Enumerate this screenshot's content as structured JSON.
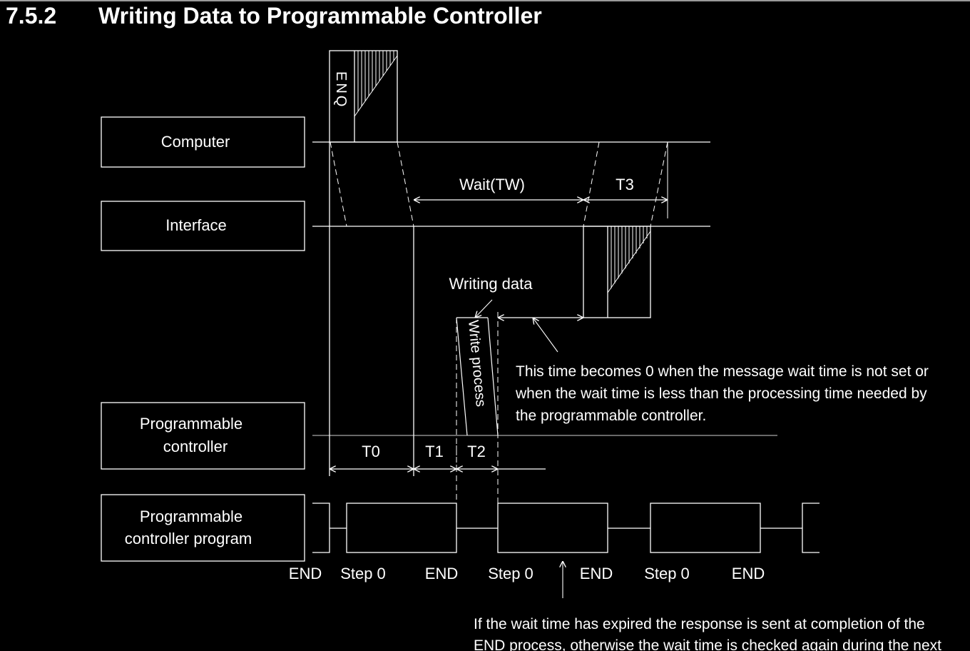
{
  "section": {
    "number": "7.5.2",
    "title": "Writing Data to Programmable Controller"
  },
  "rows": {
    "computer": "Computer",
    "interface": "Interface",
    "plc_line1": "Programmable",
    "plc_line2": "controller",
    "program_line1": "Programmable",
    "program_line2": "controller program"
  },
  "signals": {
    "enq": "ENQ",
    "wait": "Wait(TW)",
    "t3": "T3",
    "writing_data": "Writing data",
    "write_process": "Write process",
    "t0": "T0",
    "t1": "T1",
    "t2": "T2"
  },
  "notes": {
    "wait_note_1": "This time becomes 0 when the message wait time is not set or",
    "wait_note_2": "when the wait time is less than the processing time needed by",
    "wait_note_3": "the programmable controller.",
    "response_note_1": "If the wait time has expired the response is sent at completion of the",
    "response_note_2": "END process, otherwise the wait time is checked again during the next"
  },
  "scan_labels": {
    "end_1": "END",
    "step_1": "Step 0",
    "end_2": "END",
    "step_2": "Step 0",
    "end_3": "END",
    "step_3": "Step 0",
    "end_4": "END"
  }
}
